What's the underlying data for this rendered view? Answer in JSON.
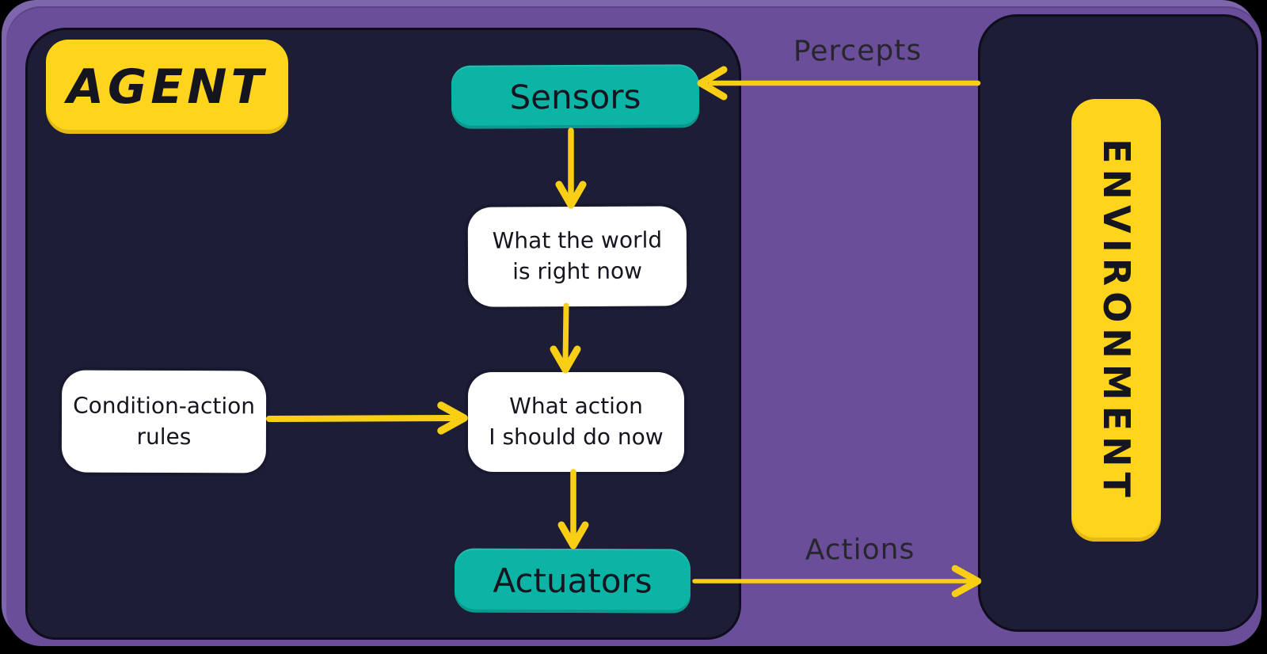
{
  "agent": {
    "title": "AGENT"
  },
  "environment": {
    "title": "ENVIRONMENT"
  },
  "nodes": {
    "sensors": {
      "label": "Sensors"
    },
    "world_state": {
      "line1": "What the world",
      "line2": "is right now"
    },
    "condition_rules": {
      "line1": "Condition-action",
      "line2": "rules"
    },
    "action_choice": {
      "line1": "What action",
      "line2": "I should do now"
    },
    "actuators": {
      "label": "Actuators"
    }
  },
  "edges": {
    "percepts_label": "Percepts",
    "actions_label": "Actions",
    "connections": [
      "environment -> sensors (Percepts)",
      "sensors -> world_state",
      "world_state -> action_choice",
      "condition_rules -> action_choice",
      "action_choice -> actuators",
      "actuators -> environment (Actions)"
    ]
  },
  "colors": {
    "background": "#000000",
    "purple": "#6b4e9a",
    "purple_light": "#7d66ac",
    "purple_edge": "#5a4287",
    "navy": "#1d1d35",
    "navy_edge": "#0d0d1e",
    "teal": "#0cb4a5",
    "teal_edge": "#089a8d",
    "yellow": "#ffd41c",
    "yellow_edge": "#e0b70f",
    "white": "#ffffff",
    "white_edge": "#181830",
    "arrow": "#f9cf15",
    "text_dark": "#15151f",
    "label_text": "#26262c"
  }
}
